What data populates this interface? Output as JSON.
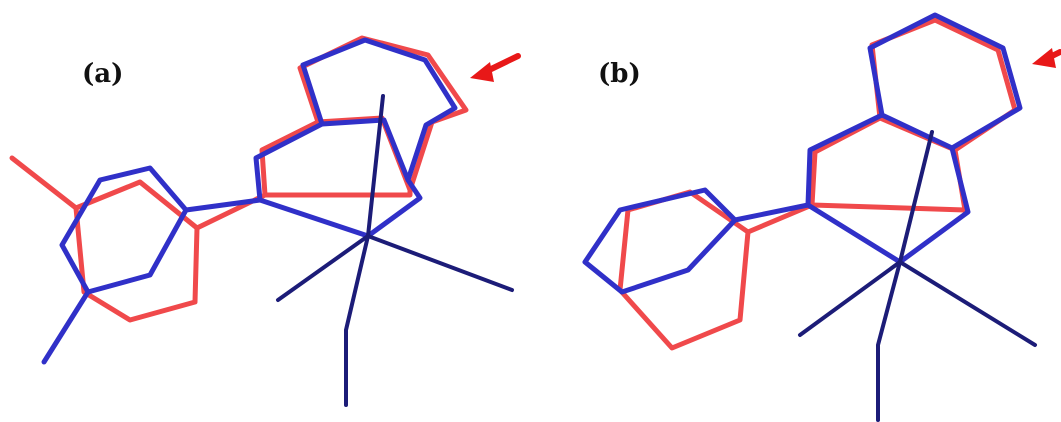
{
  "panels": [
    {
      "id": "a",
      "label": "(a)"
    },
    {
      "id": "b",
      "label": "(b)"
    }
  ],
  "colors": {
    "overlay_red": "#f0494b",
    "overlay_blue": "#3030c8",
    "ligand_navy": "#1c1c78",
    "arrow": "#e81818"
  }
}
